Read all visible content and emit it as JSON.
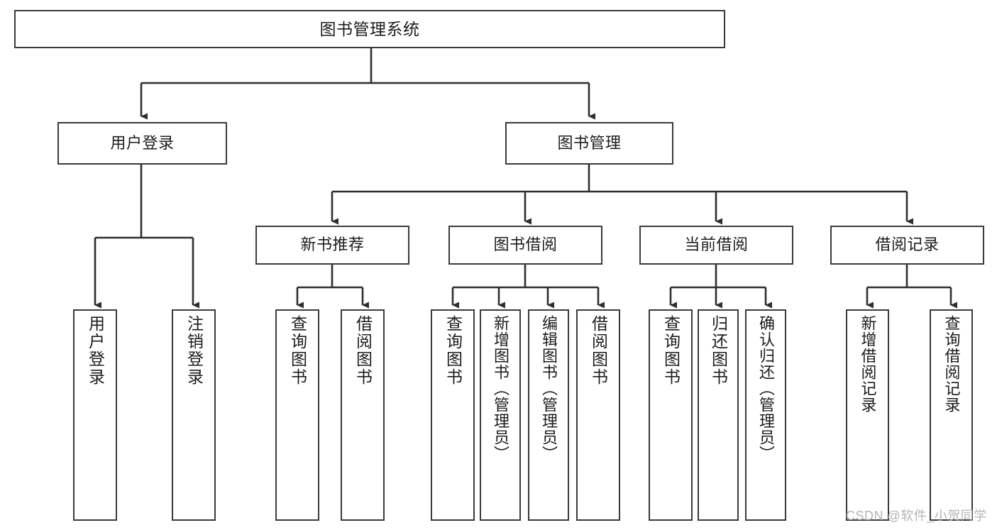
{
  "diagram": {
    "type": "tree-hierarchy",
    "title": "图书管理系统",
    "watermark": "CSDN @软件_小贺同学",
    "colors": {
      "stroke": "#3a3a3a",
      "fill": "#ffffff",
      "text": "#1c1c1c",
      "watermark": "#b4b4b4"
    },
    "nodes": {
      "root": {
        "label": "图书管理系统"
      },
      "level1": [
        {
          "id": "user-login",
          "label": "用户登录"
        },
        {
          "id": "book-management",
          "label": "图书管理"
        }
      ],
      "level2": [
        {
          "id": "new-book-recommend",
          "label": "新书推荐"
        },
        {
          "id": "book-borrow",
          "label": "图书借阅"
        },
        {
          "id": "current-borrow",
          "label": "当前借阅"
        },
        {
          "id": "borrow-record",
          "label": "借阅记录"
        }
      ],
      "leaves": {
        "user-login": [
          {
            "id": "leaf-user-login",
            "label": "用户登录"
          },
          {
            "id": "leaf-logout",
            "label": "注销登录"
          }
        ],
        "new-book-recommend": [
          {
            "id": "leaf-query-book-1",
            "label": "查询图书"
          },
          {
            "id": "leaf-borrow-book-1",
            "label": "借阅图书"
          }
        ],
        "book-borrow": [
          {
            "id": "leaf-query-book-2",
            "label": "查询图书"
          },
          {
            "id": "leaf-add-book",
            "label": "新增图书（管理员）"
          },
          {
            "id": "leaf-edit-book",
            "label": "编辑图书（管理员）"
          },
          {
            "id": "leaf-borrow-book-2",
            "label": "借阅图书"
          }
        ],
        "current-borrow": [
          {
            "id": "leaf-query-book-3",
            "label": "查询图书"
          },
          {
            "id": "leaf-return-book",
            "label": "归还图书"
          },
          {
            "id": "leaf-confirm-return",
            "label": "确认归还（管理员）"
          }
        ],
        "borrow-record": [
          {
            "id": "leaf-add-record",
            "label": "新增借阅记录"
          },
          {
            "id": "leaf-query-record",
            "label": "查询借阅记录"
          }
        ]
      }
    }
  }
}
